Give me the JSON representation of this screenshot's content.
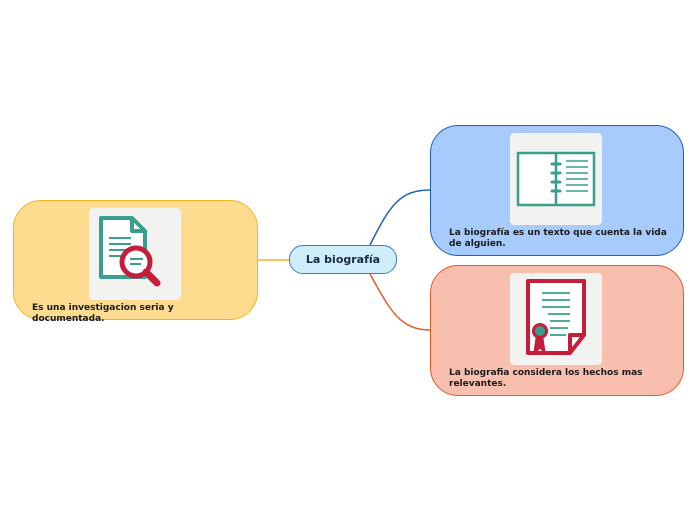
{
  "central": {
    "label": "La biografía"
  },
  "nodes": [
    {
      "id": "left",
      "text": "Es una investigacion seria y documentada.",
      "fill": "#fedc8f",
      "stroke": "#f0b429",
      "line": "#f0b429",
      "icon": "document-search-icon"
    },
    {
      "id": "right-top",
      "text": "La biografía es un texto que cuenta la vida de alguien.",
      "fill": "#a7cbfc",
      "stroke": "#1c5fbe",
      "line": "#1c5fbe",
      "icon": "open-book-icon"
    },
    {
      "id": "right-bottom",
      "text": "La biografia considera los hechos mas relevantes.",
      "fill": "#f9bfae",
      "stroke": "#e55b26",
      "line": "#e55b26",
      "icon": "certificate-icon"
    }
  ],
  "colors": {
    "teal": "#3a9e8c",
    "crimson": "#c41e3a",
    "tile": "#f2f2f0"
  }
}
